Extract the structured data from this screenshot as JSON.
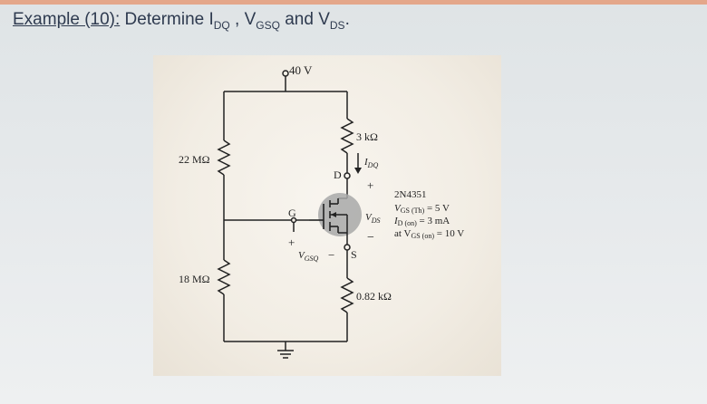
{
  "title": {
    "label": "Example (10):",
    "text_prefix": " Determine I",
    "sub1": "DQ",
    "sep1": " , V",
    "sub2": "GSQ",
    "sep2": " and V",
    "sub3": "DS",
    "end": "."
  },
  "circuit": {
    "supply": "40 V",
    "r_top": "22 MΩ",
    "r_bottom": "18 MΩ",
    "r_drain": "3 kΩ",
    "r_source": "0.82 kΩ",
    "node_d": "D",
    "node_g": "G",
    "node_s": "S",
    "current_label": "I",
    "current_sub": "DQ",
    "vds_label": "V",
    "vds_sub": "DS",
    "vgs_label": "V",
    "vgs_sub": "GSQ",
    "plus": "+",
    "minus": "−",
    "device": "2N4351",
    "spec1_a": "V",
    "spec1_sub": "GS (Th)",
    "spec1_val": " = 5 V",
    "spec2_a": "I",
    "spec2_sub": "D (on)",
    "spec2_val": " = 3 mA",
    "spec3_a": "at V",
    "spec3_sub": "GS (on)",
    "spec3_val": " = 10 V"
  }
}
